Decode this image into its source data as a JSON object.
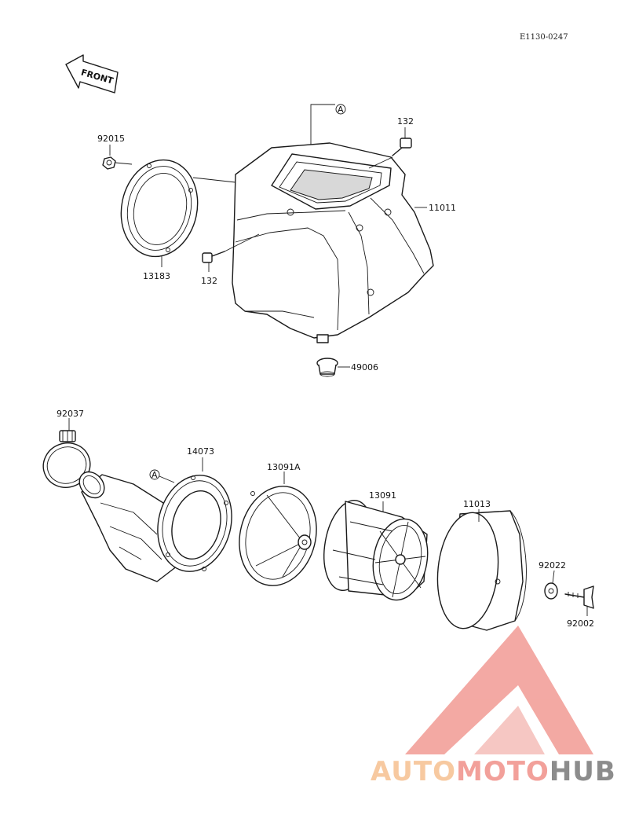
{
  "diagram": {
    "ref_code": "E1130-0247",
    "direction_label": "FRONT",
    "callout_letter": "A",
    "parts": [
      {
        "id": "p92015",
        "number": "92015"
      },
      {
        "id": "p13183",
        "number": "13183"
      },
      {
        "id": "p132a",
        "number": "132"
      },
      {
        "id": "p132b",
        "number": "132"
      },
      {
        "id": "p11011",
        "number": "11011"
      },
      {
        "id": "p49006",
        "number": "49006"
      },
      {
        "id": "p92037",
        "number": "92037"
      },
      {
        "id": "p14073",
        "number": "14073"
      },
      {
        "id": "p13091A",
        "number": "13091A"
      },
      {
        "id": "p13091",
        "number": "13091"
      },
      {
        "id": "p11013",
        "number": "11013"
      },
      {
        "id": "p92022",
        "number": "92022"
      },
      {
        "id": "p92002",
        "number": "92002"
      }
    ]
  },
  "watermark": {
    "part1": "AUTO",
    "part2": "MOTO",
    "part3": "HUB",
    "colors": {
      "triangle": "#f2a09a",
      "auto": "#f7c9a0",
      "moto": "#f2a09a",
      "hub": "#8c8c8c"
    }
  }
}
